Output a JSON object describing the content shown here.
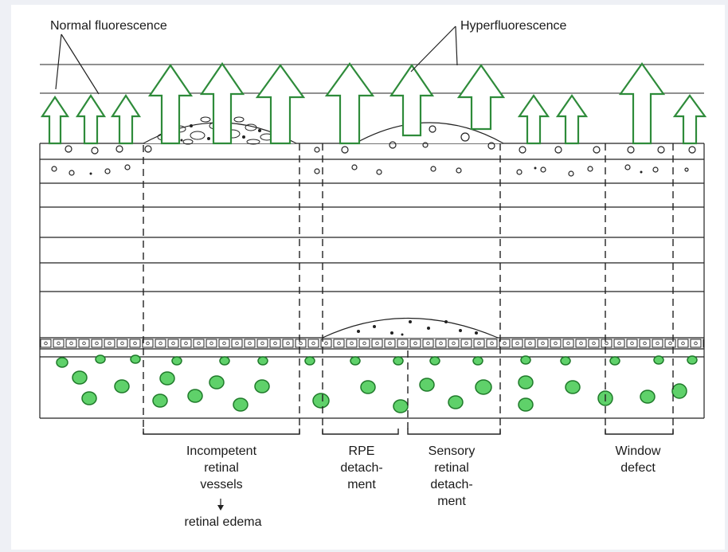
{
  "labels": {
    "normal_fluorescence": "Normal fluorescence",
    "hyperfluorescence": "Hyperfluorescence",
    "incompetent": [
      "Incompetent",
      "retinal",
      "vessels"
    ],
    "edema": "retinal edema",
    "rpe": [
      "RPE",
      "detach-",
      "ment"
    ],
    "sensory": [
      "Sensory",
      "retinal",
      "detach-",
      "ment"
    ],
    "window": [
      "Window",
      "defect"
    ]
  },
  "colors": {
    "arrow_outline": "#2e8b3a",
    "choroid_cell": "#5fd16a",
    "choroid_cell_stroke": "#1f7a2a",
    "line": "#222222",
    "background": "#ffffff",
    "frame": "#eef0f5"
  },
  "icons": [
    "up-arrow-icon"
  ]
}
